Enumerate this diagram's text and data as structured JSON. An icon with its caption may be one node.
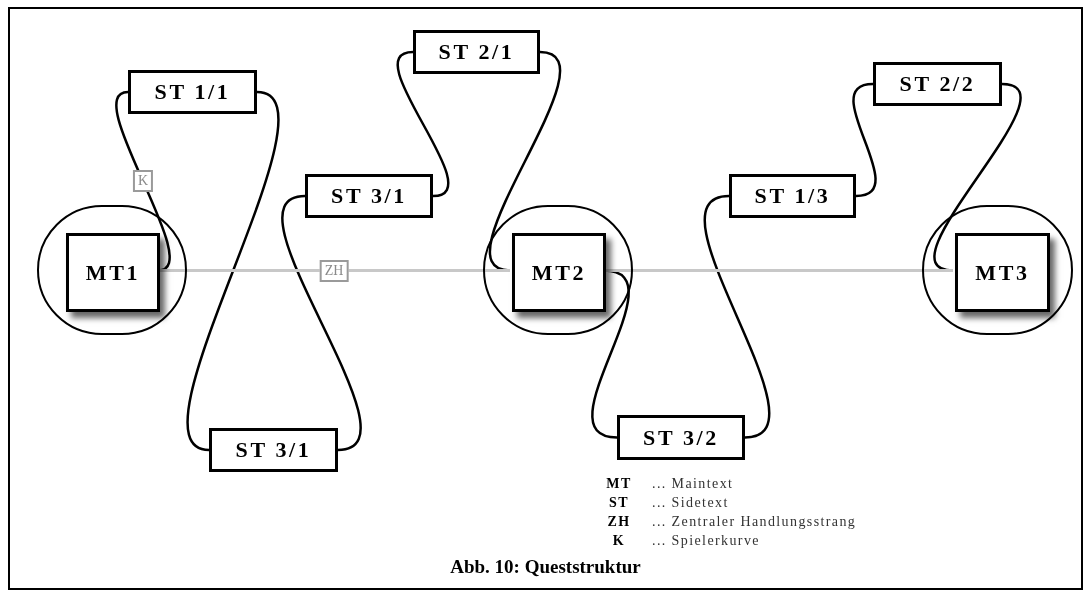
{
  "diagram": {
    "caption": "Abb. 10: Queststruktur",
    "nodes": [
      {
        "text": [],
        "shape": "circle"
      },
      {
        "text": [
          "MT1"
        ],
        "in": 0
      },
      {
        "text": [
          "ST 1/1"
        ]
      },
      {
        "text": [
          "ST 3/1"
        ]
      },
      {
        "text": [
          "ST 3/1"
        ]
      },
      {
        "text": [
          "ST 2/1"
        ]
      },
      {
        "text": [],
        "shape": "circle"
      },
      {
        "text": [
          "MT2"
        ],
        "in": 6
      },
      {
        "text": [
          "ST 3/2"
        ]
      },
      {
        "text": [
          "ST 1/3"
        ]
      },
      {
        "text": [
          "ST 2/2"
        ]
      },
      {
        "text": [],
        "shape": "circle"
      },
      {
        "text": [
          "MT3"
        ],
        "in": 11
      }
    ],
    "edges": [
      {
        "from": 1,
        "to": 2,
        "arrow": "none",
        "label": "K"
      },
      {
        "from": 2,
        "to": 3,
        "arrow": "none"
      },
      {
        "from": 3,
        "to": 4,
        "arrow": "none"
      },
      {
        "from": 4,
        "to": 5,
        "arrow": "none"
      },
      {
        "from": 5,
        "to": 7,
        "arrow": "none"
      },
      {
        "from": 7,
        "to": 8,
        "arrow": "none"
      },
      {
        "from": 8,
        "to": 9,
        "arrow": "none"
      },
      {
        "from": 9,
        "to": 10,
        "arrow": "none"
      },
      {
        "from": 10,
        "to": 12,
        "arrow": "none"
      },
      {
        "from": 1,
        "to": 7,
        "arrow": "none",
        "label": "ZH",
        "color": "#c8c8c8"
      },
      {
        "from": 7,
        "to": 12,
        "arrow": "none",
        "color": "#c8c8c8"
      }
    ],
    "labels": [
      "MT",
      "... Maintext",
      "ST",
      "... Sidetext",
      "ZH",
      "... Zentraler Handlungsstrang",
      "K",
      "... Spielerkurve"
    ]
  }
}
